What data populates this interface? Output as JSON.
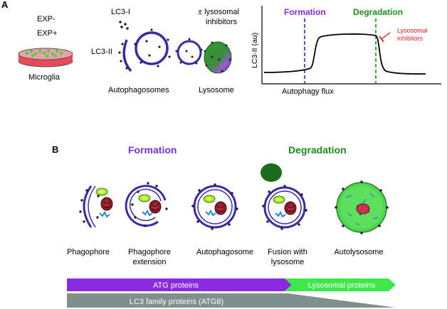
{
  "panel_a": {
    "label": "A",
    "exp_minus": "EXP-",
    "exp_plus": "EXP+",
    "microglia": "Microglia",
    "lc3_i": "LC3-I",
    "lc3_ii": "LC3-II",
    "autophagosomes": "Autophagosomes",
    "lysosome": "Lysosome",
    "inhibitors_line1": "± lysosomal",
    "inhibitors_line2": "inhibitors",
    "graph": {
      "formation": "Formation",
      "degradation": "Degradation",
      "ylabel": "LC3-II (au)",
      "xlabel": "Autophagy flux",
      "inhib_line1": "Lysosomal",
      "inhib_line2": "inhibitors"
    }
  },
  "panel_b": {
    "label": "B",
    "formation": "Formation",
    "degradation": "Degradation",
    "stages": [
      {
        "line1": "Phagophore",
        "line2": ""
      },
      {
        "line1": "Phagophore",
        "line2": "extension"
      },
      {
        "line1": "Autophagosome",
        "line2": ""
      },
      {
        "line1": "Fusion with",
        "line2": "lysosome"
      },
      {
        "line1": "Autolysosome",
        "line2": ""
      }
    ],
    "atg_proteins": "ATG proteins",
    "lysosomal_proteins": "Lysosomal proteins",
    "lc3_family": "LC3 family proteins (ATG8)"
  },
  "colors": {
    "formation": "#7b2fe0",
    "degradation": "#1e8c1e",
    "inhibitor": "#e02020",
    "atg_bar": "#8a2be2",
    "lysosomal_bar": "#3ee84a",
    "lc3_bar": "#7f8f8c",
    "membrane": "#3a2aa8",
    "lysosome_green": "#1a6b1a"
  }
}
